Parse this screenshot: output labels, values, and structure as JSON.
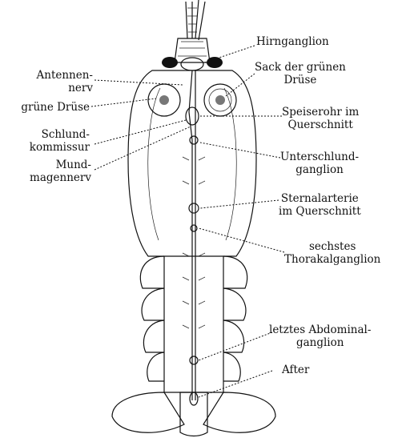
{
  "labels": {
    "hirnganglion": [
      "Hirnganglion"
    ],
    "sack": [
      "Sack der grünen",
      "Drüse"
    ],
    "speiserohr": [
      "Speiserohr im",
      "Querschnitt"
    ],
    "unterschlund": [
      "Unterschlund-",
      "ganglion"
    ],
    "sternalarterie": [
      "Sternalarterie",
      "im Querschnitt"
    ],
    "thorakal": [
      "sechstes",
      "Thorakalganglion"
    ],
    "abdominal": [
      "letztes Abdominal-",
      "ganglion"
    ],
    "after": [
      "After"
    ],
    "antennennerv": [
      "Antennen-",
      "nerv"
    ],
    "gruene_druese": [
      "grüne Drüse"
    ],
    "schlundkommissur": [
      "Schlund-",
      "kommissur"
    ],
    "mundmagennerv": [
      "Mund-",
      "magennerv"
    ]
  }
}
